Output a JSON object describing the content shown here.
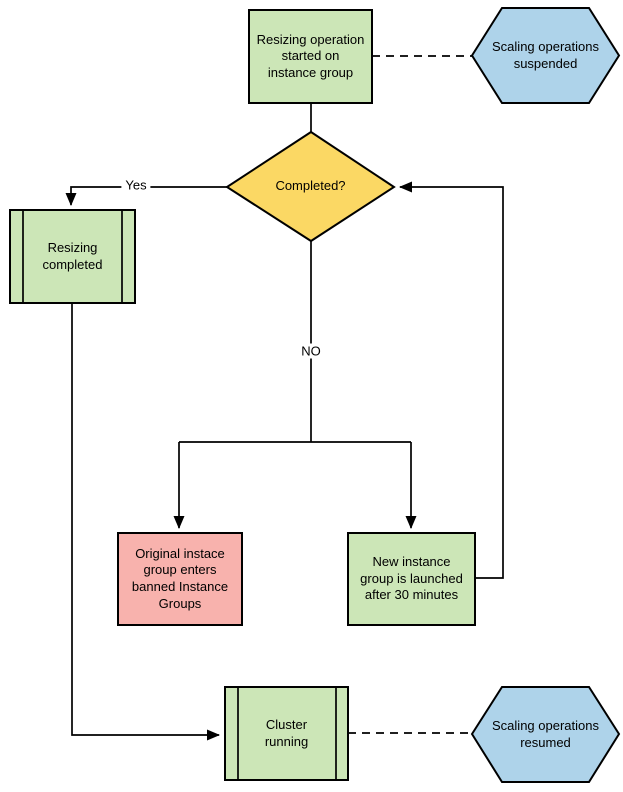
{
  "diagram": {
    "colors": {
      "green": "#cce6b7",
      "yellow": "#fbd864",
      "red": "#f8b2ad",
      "blue": "#aed3ea"
    },
    "nodes": {
      "start": {
        "type": "process",
        "label": "Resizing operation\nstarted on\ninstance group"
      },
      "suspended": {
        "type": "hexagon",
        "label": "Scaling operations\nsuspended"
      },
      "decision": {
        "type": "decision",
        "label": "Completed?"
      },
      "resizing_completed": {
        "type": "predefined-process",
        "label": "Resizing\ncompleted"
      },
      "banned": {
        "type": "process",
        "label": "Original instace\ngroup enters\nbanned Instance\nGroups"
      },
      "new_group": {
        "type": "process",
        "label": "New instance\ngroup is launched\nafter 30 minutes"
      },
      "cluster_running": {
        "type": "predefined-process",
        "label": "Cluster\nrunning"
      },
      "resumed": {
        "type": "hexagon",
        "label": "Scaling operations\nresumed"
      }
    },
    "edge_labels": {
      "yes": "Yes",
      "no": "NO"
    }
  }
}
